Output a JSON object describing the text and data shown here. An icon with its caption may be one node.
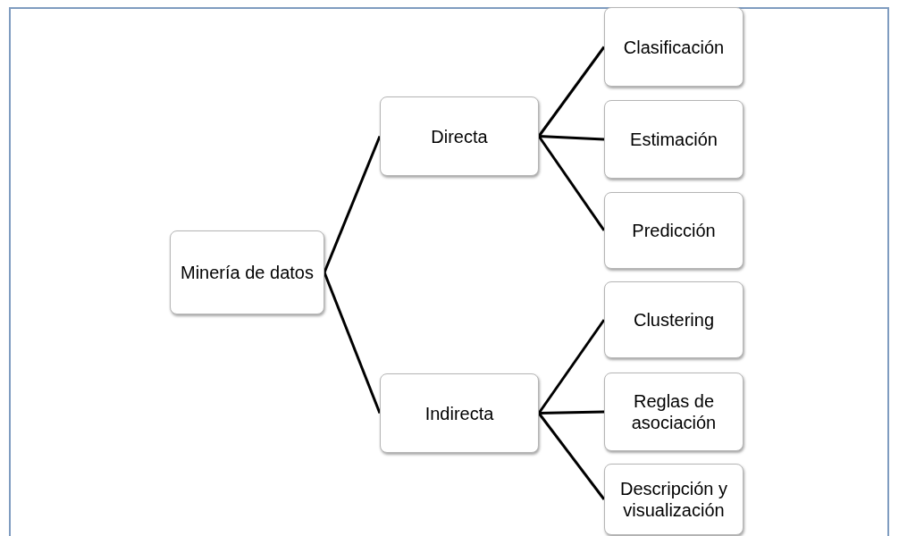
{
  "diagram": {
    "nodes": [
      {
        "text": [
          "Minería de datos"
        ]
      },
      {
        "text": [
          "Directa"
        ]
      },
      {
        "text": [
          "Indirecta"
        ]
      },
      {
        "text": [
          "Clasificación"
        ]
      },
      {
        "text": [
          "Estimación"
        ]
      },
      {
        "text": [
          "Predicción"
        ]
      },
      {
        "text": [
          "Clustering"
        ]
      },
      {
        "text": [
          "Reglas de asociación"
        ]
      },
      {
        "text": [
          "Descripción y visualización"
        ]
      }
    ],
    "edges": [
      {
        "from": 0,
        "to": 1,
        "arrow": "none"
      },
      {
        "from": 0,
        "to": 2,
        "arrow": "none"
      },
      {
        "from": 1,
        "to": 3,
        "arrow": "none"
      },
      {
        "from": 1,
        "to": 4,
        "arrow": "none"
      },
      {
        "from": 1,
        "to": 5,
        "arrow": "none"
      },
      {
        "from": 2,
        "to": 6,
        "arrow": "none"
      },
      {
        "from": 2,
        "to": 7,
        "arrow": "none"
      },
      {
        "from": 2,
        "to": 8,
        "arrow": "none"
      }
    ]
  }
}
